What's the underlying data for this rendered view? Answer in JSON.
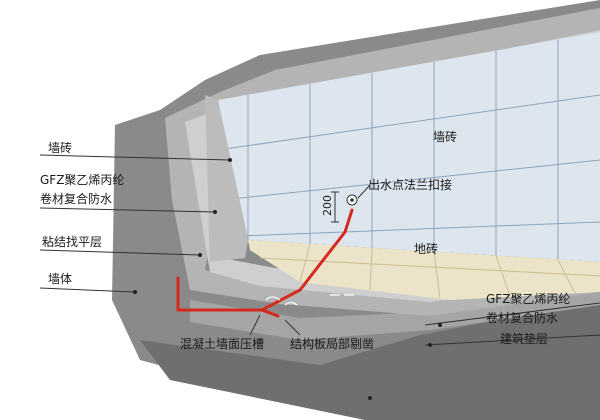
{
  "labels": {
    "wall_tile_left": "墙砖",
    "membrane_left_line1": "GFZ聚乙烯丙纶",
    "membrane_left_line2": "卷材复合防水",
    "bonding_layer": "粘结找平层",
    "wall_body": "墙体",
    "wall_tile_right": "墙砖",
    "outlet_flange": "出水点法兰扣接",
    "dimension": "200",
    "floor_tile": "地砖",
    "membrane_right_line1": "GFZ聚乙烯丙纶",
    "membrane_right_line2": "卷材复合防水",
    "building_cushion": "建筑垫层",
    "concrete_groove": "混凝土墙面压槽",
    "slab_chisel": "结构板局部剔凿"
  },
  "colors": {
    "tile": "#dde6ee",
    "tile_grid": "#8fa3b8",
    "floor_tile": "#ece4c8",
    "floor_grid": "#c9bd93",
    "membrane": "#8e8e8e",
    "wall_body": "#7a7a7a",
    "concrete": "#9c9c9c",
    "pipe": "#d42a1e"
  }
}
